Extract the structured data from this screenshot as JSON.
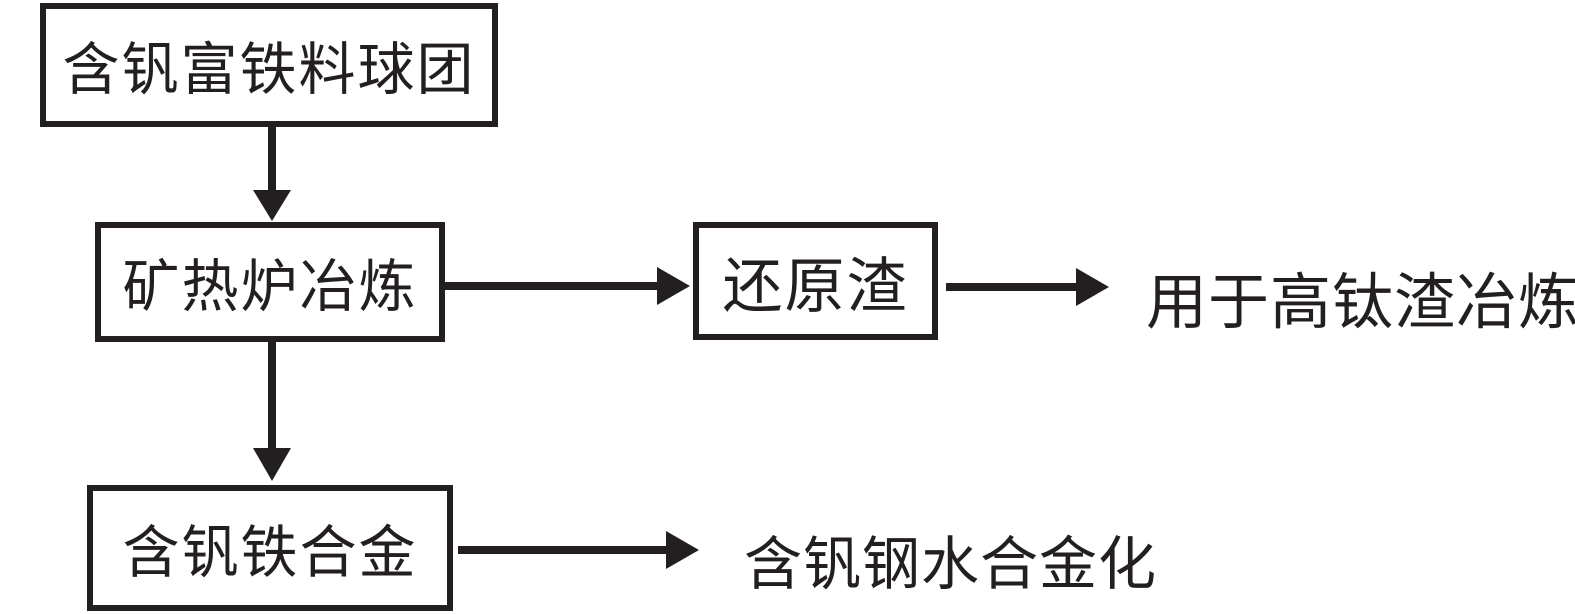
{
  "diagram": {
    "background": "#ffffff",
    "line_color": "#231f20",
    "nodes": {
      "pellets": {
        "label": "含钒富铁料球团",
        "type": "box"
      },
      "furnace": {
        "label": "矿热炉冶炼",
        "type": "box"
      },
      "slag": {
        "label": "还原渣",
        "type": "box"
      },
      "alloy": {
        "label": "含钒铁合金",
        "type": "box"
      },
      "slag_use": {
        "label": "用于高钛渣冶炼",
        "type": "text"
      },
      "alloy_use": {
        "label": "含钒钢水合金化",
        "type": "text"
      }
    },
    "edges": [
      {
        "from": "pellets",
        "to": "furnace",
        "direction": "down"
      },
      {
        "from": "furnace",
        "to": "slag",
        "direction": "right"
      },
      {
        "from": "slag",
        "to": "slag_use",
        "direction": "right"
      },
      {
        "from": "furnace",
        "to": "alloy",
        "direction": "down"
      },
      {
        "from": "alloy",
        "to": "alloy_use",
        "direction": "right"
      }
    ]
  }
}
